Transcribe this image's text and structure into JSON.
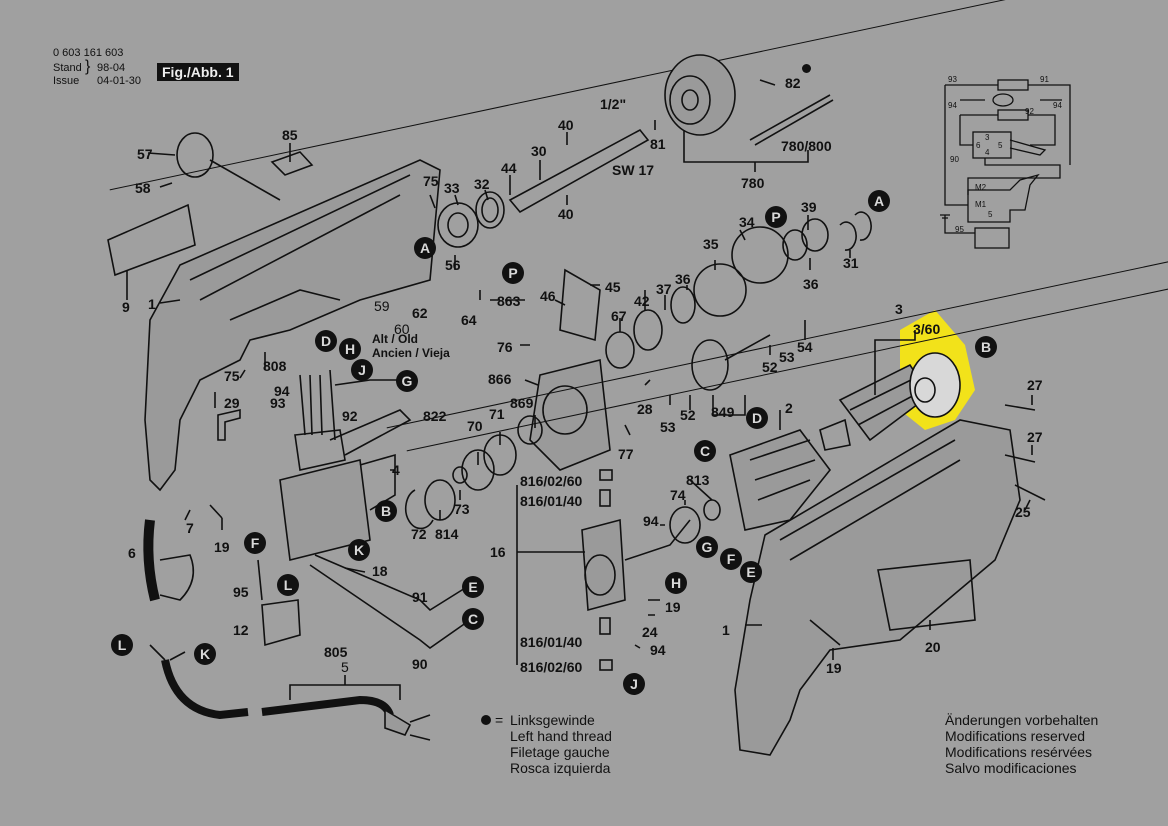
{
  "header": {
    "part_number": "0 603 161 603",
    "stand_label": "Stand",
    "stand_value_struck": "98-04",
    "issue_label": "Issue",
    "issue_value": "04-01-30",
    "figure_label": "Fig./Abb. 1"
  },
  "legend": {
    "symbol": "●",
    "equals": "=",
    "lines": [
      "Linksgewinde",
      "Left hand thread",
      "Filetage gauche",
      "Rosca izquierda"
    ]
  },
  "disclaimer": {
    "lines": [
      "Änderungen vorbehalten",
      "Modifications reserved",
      "Modifications resérvées",
      "Salvo modificaciones"
    ]
  },
  "alt_note": {
    "line1": "Alt / Old",
    "line2": "Ancien / Vieja",
    "struck_parts": [
      "59",
      "60"
    ]
  },
  "highlight": {
    "part": "3/60",
    "color": "#f2e21a"
  },
  "part_labels": [
    {
      "id": "85",
      "text": "85"
    },
    {
      "id": "57",
      "text": "57"
    },
    {
      "id": "58",
      "text": "58"
    },
    {
      "id": "9",
      "text": "9"
    },
    {
      "id": "1a",
      "text": "1"
    },
    {
      "id": "75a",
      "text": "75"
    },
    {
      "id": "33",
      "text": "33"
    },
    {
      "id": "32",
      "text": "32"
    },
    {
      "id": "44",
      "text": "44"
    },
    {
      "id": "30",
      "text": "30"
    },
    {
      "id": "40a",
      "text": "40"
    },
    {
      "id": "40b",
      "text": "40"
    },
    {
      "id": "half",
      "text": "1/2\""
    },
    {
      "id": "sw17",
      "text": "SW 17"
    },
    {
      "id": "81",
      "text": "81"
    },
    {
      "id": "82",
      "text": "82"
    },
    {
      "id": "780800",
      "text": "780/800"
    },
    {
      "id": "780",
      "text": "780"
    },
    {
      "id": "56",
      "text": "56"
    },
    {
      "id": "62",
      "text": "62"
    },
    {
      "id": "64",
      "text": "64"
    },
    {
      "id": "863",
      "text": "863"
    },
    {
      "id": "75b",
      "text": "75"
    },
    {
      "id": "808",
      "text": "808"
    },
    {
      "id": "94a",
      "text": "94"
    },
    {
      "id": "93",
      "text": "93"
    },
    {
      "id": "92",
      "text": "92"
    },
    {
      "id": "822",
      "text": "822"
    },
    {
      "id": "29",
      "text": "29"
    },
    {
      "id": "4",
      "text": "4"
    },
    {
      "id": "7",
      "text": "7"
    },
    {
      "id": "19a",
      "text": "19"
    },
    {
      "id": "6",
      "text": "6"
    },
    {
      "id": "18",
      "text": "18"
    },
    {
      "id": "95",
      "text": "95"
    },
    {
      "id": "12",
      "text": "12"
    },
    {
      "id": "91",
      "text": "91"
    },
    {
      "id": "90",
      "text": "90"
    },
    {
      "id": "805",
      "text": "805"
    },
    {
      "id": "5",
      "text": "5"
    },
    {
      "id": "72",
      "text": "72"
    },
    {
      "id": "814",
      "text": "814"
    },
    {
      "id": "73",
      "text": "73"
    },
    {
      "id": "70",
      "text": "70"
    },
    {
      "id": "71",
      "text": "71"
    },
    {
      "id": "869",
      "text": "869"
    },
    {
      "id": "866",
      "text": "866"
    },
    {
      "id": "76",
      "text": "76"
    },
    {
      "id": "46",
      "text": "46"
    },
    {
      "id": "45",
      "text": "45"
    },
    {
      "id": "67",
      "text": "67"
    },
    {
      "id": "42",
      "text": "42"
    },
    {
      "id": "37",
      "text": "37"
    },
    {
      "id": "36a",
      "text": "36"
    },
    {
      "id": "35",
      "text": "35"
    },
    {
      "id": "34",
      "text": "34"
    },
    {
      "id": "39",
      "text": "39"
    },
    {
      "id": "36b",
      "text": "36"
    },
    {
      "id": "31",
      "text": "31"
    },
    {
      "id": "28",
      "text": "28"
    },
    {
      "id": "53a",
      "text": "53"
    },
    {
      "id": "52a",
      "text": "52"
    },
    {
      "id": "849",
      "text": "849"
    },
    {
      "id": "52b",
      "text": "52"
    },
    {
      "id": "53b",
      "text": "53"
    },
    {
      "id": "54",
      "text": "54"
    },
    {
      "id": "77",
      "text": "77"
    },
    {
      "id": "3",
      "text": "3"
    },
    {
      "id": "360",
      "text": "3/60"
    },
    {
      "id": "2",
      "text": "2"
    },
    {
      "id": "813",
      "text": "813"
    },
    {
      "id": "74",
      "text": "74"
    },
    {
      "id": "94b",
      "text": "94"
    },
    {
      "id": "19b",
      "text": "19"
    },
    {
      "id": "24",
      "text": "24"
    },
    {
      "id": "94c",
      "text": "94"
    },
    {
      "id": "16",
      "text": "16"
    },
    {
      "id": "81602a",
      "text": "816/02/60"
    },
    {
      "id": "81601a",
      "text": "816/01/40"
    },
    {
      "id": "81601b",
      "text": "816/01/40"
    },
    {
      "id": "81602b",
      "text": "816/02/60"
    },
    {
      "id": "27a",
      "text": "27"
    },
    {
      "id": "27b",
      "text": "27"
    },
    {
      "id": "25",
      "text": "25"
    },
    {
      "id": "1b",
      "text": "1"
    },
    {
      "id": "19c",
      "text": "19"
    },
    {
      "id": "20",
      "text": "20"
    }
  ],
  "connectors": [
    "A",
    "A",
    "B",
    "B",
    "C",
    "C",
    "D",
    "D",
    "E",
    "E",
    "F",
    "F",
    "G",
    "G",
    "H",
    "H",
    "J",
    "J",
    "K",
    "K",
    "L",
    "L",
    "P",
    "P"
  ],
  "schematic": {
    "labels": [
      "93",
      "91",
      "94",
      "94",
      "92",
      "3",
      "6",
      "5",
      "4",
      "90",
      "M2",
      "M1",
      "5",
      "95"
    ]
  }
}
